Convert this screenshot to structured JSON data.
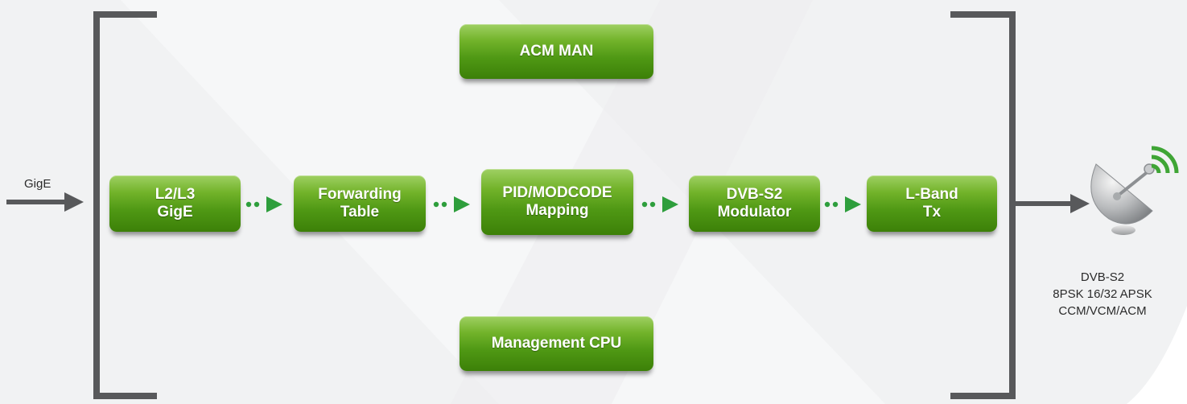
{
  "input": {
    "label": "GigE"
  },
  "top_block": {
    "label": "ACM MAN"
  },
  "bottom_block": {
    "label": "Management CPU"
  },
  "pipeline": [
    {
      "id": "l2l3-gige",
      "line1": "L2/L3",
      "line2": "GigE"
    },
    {
      "id": "forwarding-table",
      "line1": "Forwarding",
      "line2": "Table"
    },
    {
      "id": "pid-modcode-mapping",
      "line1": "PID/MODCODE",
      "line2": "Mapping"
    },
    {
      "id": "dvb-s2-modulator",
      "line1": "DVB-S2",
      "line2": "Modulator"
    },
    {
      "id": "l-band-tx",
      "line1": "L-Band",
      "line2": "Tx"
    }
  ],
  "output": {
    "lines": [
      "DVB-S2",
      "8PSK 16/32 APSK",
      "CCM/VCM/ACM"
    ]
  },
  "colors": {
    "box_green_top": "#9fd063",
    "box_green_bottom": "#3c8008",
    "connector_green": "#2e9e3c",
    "bracket_gray": "#58595b",
    "signal_green": "#3fa535"
  },
  "icons": [
    "arrow-right-icon",
    "dotted-arrow-icon",
    "satellite-dish-icon",
    "signal-waves-icon"
  ]
}
